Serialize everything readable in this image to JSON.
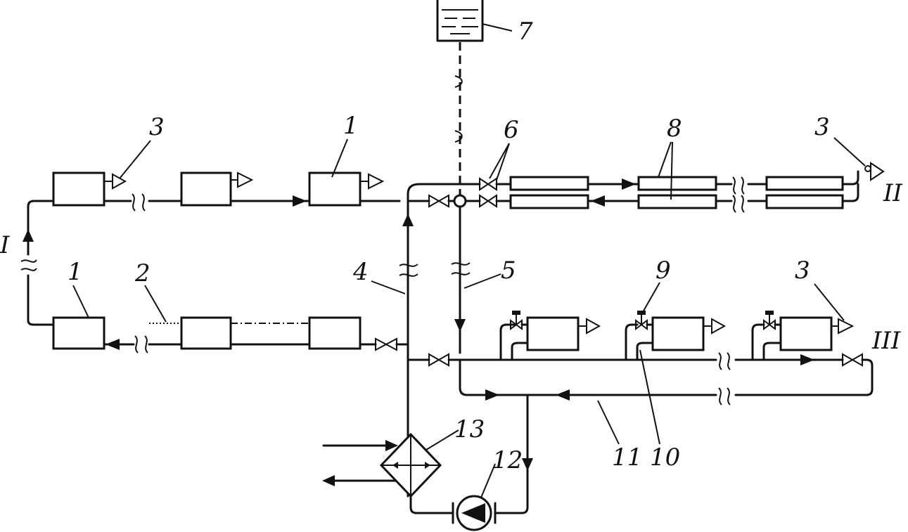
{
  "labels": {
    "heat_unit": "1",
    "pipeline_2": "2",
    "air_valve": "3",
    "supply_riser": "4",
    "return_riser": "5",
    "valves": "6",
    "expansion_tank": "7",
    "heaters": "8",
    "valve_9": "9",
    "pipe_10": "10",
    "pipe_11": "11",
    "pump": "12",
    "heat_exchanger": "13"
  },
  "circuits": {
    "circuit_1": "I",
    "circuit_2": "II",
    "circuit_3": "III"
  }
}
